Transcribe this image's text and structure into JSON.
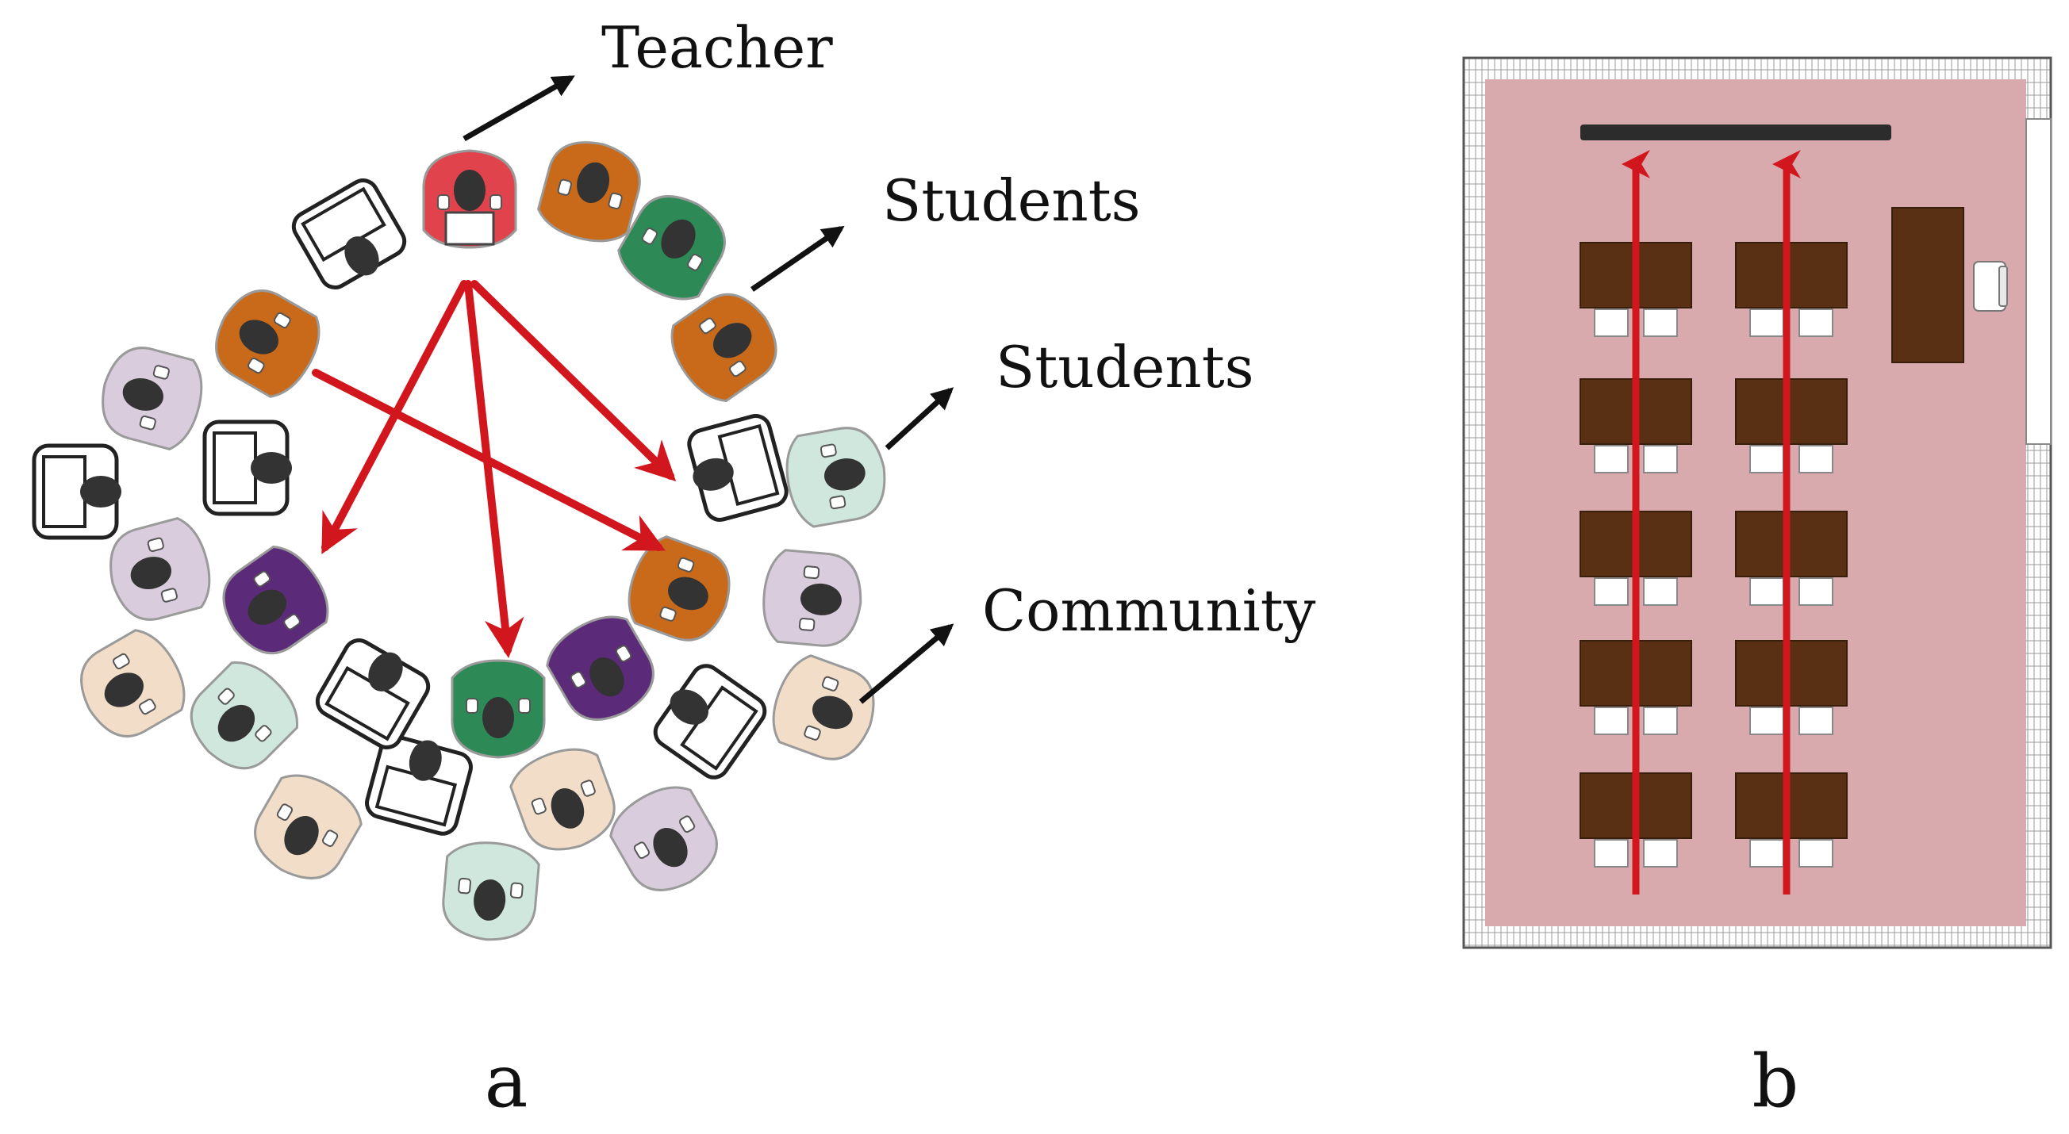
{
  "panel_a": {
    "caption": "a",
    "labels": {
      "teacher": "Teacher",
      "students_1": "Students",
      "students_2": "Students",
      "community": "Community"
    }
  },
  "panel_b": {
    "caption": "b"
  },
  "colors": {
    "arrow_red": "#d2161e",
    "label_arrow": "#111111",
    "teacher_seat": "#e0434b",
    "student_orange": "#c96a1b",
    "student_green": "#2d8a56",
    "student_purple": "#5b2a78",
    "student_lavender": "#d9ccdc",
    "student_mint": "#cfe7dc",
    "community_peach": "#f1ddc8",
    "chair_empty": "#ffffff",
    "head": "#333333",
    "room_floor": "#d8a9ad",
    "desk_brown": "#5a3015",
    "board": "#2c2c2c"
  }
}
